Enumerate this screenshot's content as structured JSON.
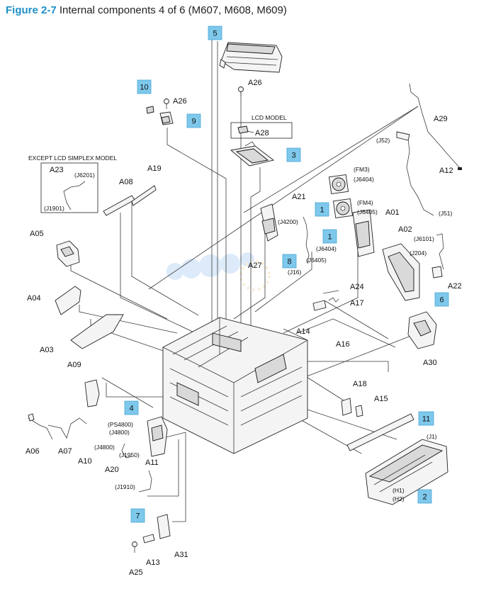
{
  "figure": {
    "number": "Figure 2-7",
    "caption": "Internal components 4 of 6 (M607, M608, M609)"
  },
  "notes": {
    "lcd_model": "LCD MODEL",
    "except_lcd": "EXCEPT LCD SIMPLEX MODEL"
  },
  "callouts": {
    "c5": "5",
    "c10": "10",
    "c9": "9",
    "c3": "3",
    "c1a": "1",
    "c1b": "1",
    "c8": "8",
    "c6": "6",
    "c4": "4",
    "c7": "7",
    "c11": "11",
    "c2": "2"
  },
  "labels": {
    "A01": "A01",
    "A02": "A02",
    "A03": "A03",
    "A04": "A04",
    "A05": "A05",
    "A06": "A06",
    "A07": "A07",
    "A08": "A08",
    "A09": "A09",
    "A10": "A10",
    "A11": "A11",
    "A12": "A12",
    "A13": "A13",
    "A14": "A14",
    "A15": "A15",
    "A16": "A16",
    "A17": "A17",
    "A18": "A18",
    "A19": "A19",
    "A20": "A20",
    "A21": "A21",
    "A22": "A22",
    "A23": "A23",
    "A24": "A24",
    "A25": "A25",
    "A26a": "A26",
    "A26b": "A26",
    "A27": "A27",
    "A28": "A28",
    "A29": "A29",
    "A30": "A30",
    "A31": "A31"
  },
  "connectors": {
    "J52": "(J52)",
    "J51": "(J51)",
    "J6101": "(J6101)",
    "J204": "(J204)",
    "FM3": "(FM3)",
    "J6404a": "(J6404)",
    "FM4": "(FM4)",
    "J6405a": "(J6405)",
    "J4200": "(J4200)",
    "J6404b": "(J6404)",
    "J6405b": "(J6405)",
    "J16": "(J16)",
    "J6201": "(J6201)",
    "J1901": "(J1901)",
    "PS4800": "(PS4800)",
    "J4800a": "(J4800)",
    "J4800b": "(J4800)",
    "J1950": "(J1950)",
    "J1910": "(J1910)",
    "J1": "(J1)",
    "H1": "(H1)",
    "H2": "(H2)"
  }
}
